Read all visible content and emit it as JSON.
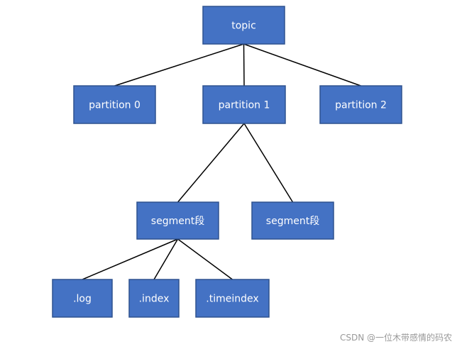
{
  "diagram": {
    "nodes": [
      {
        "id": "topic",
        "label": "topic"
      },
      {
        "id": "partition0",
        "label": "partition 0"
      },
      {
        "id": "partition1",
        "label": "partition 1"
      },
      {
        "id": "partition2",
        "label": "partition 2"
      },
      {
        "id": "segmentA",
        "label": "segment段"
      },
      {
        "id": "segmentB",
        "label": "segment段"
      },
      {
        "id": "log",
        "label": ".log"
      },
      {
        "id": "index",
        "label": ".index"
      },
      {
        "id": "timeindex",
        "label": ".timeindex"
      }
    ],
    "edges": [
      {
        "from": "topic",
        "to": "partition0"
      },
      {
        "from": "topic",
        "to": "partition1"
      },
      {
        "from": "topic",
        "to": "partition2"
      },
      {
        "from": "partition1",
        "to": "segmentA"
      },
      {
        "from": "partition1",
        "to": "segmentB"
      },
      {
        "from": "segmentA",
        "to": "log"
      },
      {
        "from": "segmentA",
        "to": "index"
      },
      {
        "from": "segmentA",
        "to": "timeindex"
      }
    ],
    "colors": {
      "box_fill": "#4472c4",
      "box_border": "#2f528f",
      "box_text": "#ffffff",
      "line": "#000000"
    }
  },
  "watermark": "CSDN @一位木带感情的码农"
}
